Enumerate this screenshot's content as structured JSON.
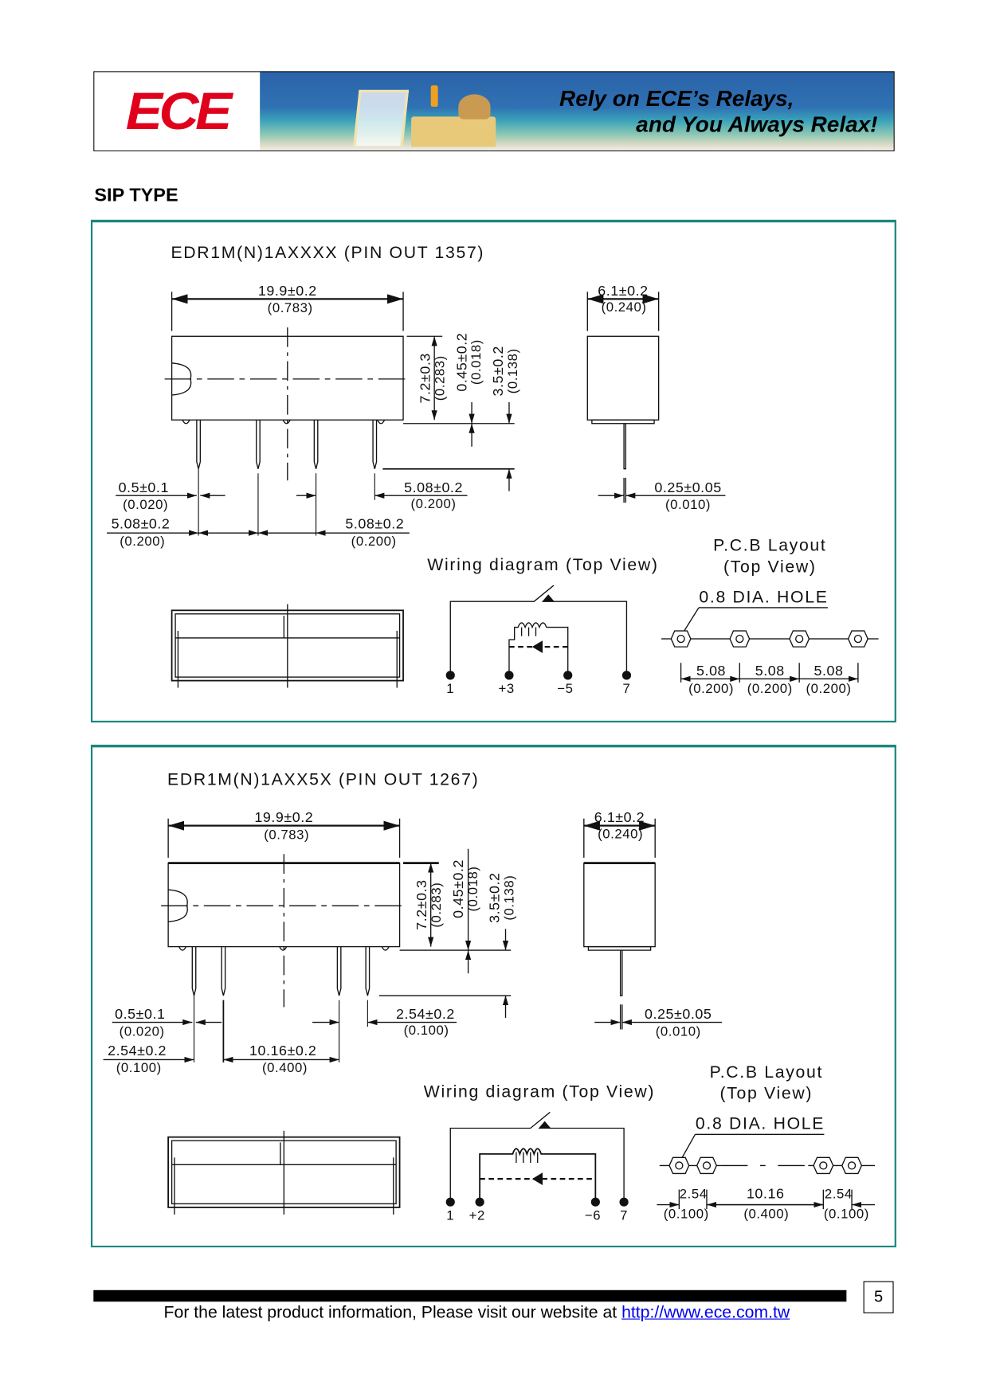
{
  "header": {
    "logo_text": "ECE",
    "tagline_line1": "Rely on ECE’s Relays,",
    "tagline_line2": "and You Always Relax!"
  },
  "section_title": "SIP TYPE",
  "panels": [
    {
      "title": "EDR1M(N)1AXXXX  (PIN  OUT  1357)",
      "length": "19.9±0.2",
      "length_in": "(0.783)",
      "height": "7.2±0.3",
      "height_in": "(0.283)",
      "gap": "0.45±0.2",
      "gap_in": "(0.018)",
      "pin_len": "3.5±0.2",
      "pin_len_in": "(0.138)",
      "width": "6.1±0.2",
      "width_in": "(0.240)",
      "pin_w": "0.5±0.1",
      "pin_w_in": "(0.020)",
      "pitch_right": "5.08±0.2",
      "pitch_right_in": "(0.200)",
      "pitch_left": "5.08±0.2",
      "pitch_left_in": "(0.200)",
      "pitch_mid": "5.08±0.2",
      "pitch_mid_in": "(0.200)",
      "pin_t": "0.25±0.05",
      "pin_t_in": "(0.010)",
      "wiring_title": "Wiring  diagram  (Top  View)",
      "pins": [
        "1",
        "+3",
        "−5",
        "7"
      ],
      "pcb_title": "P.C.B  Layout",
      "pcb_sub": "(Top  View)",
      "hole": "0.8  DIA.  HOLE",
      "pcb_dims": [
        {
          "mm": "5.08",
          "in": "(0.200)"
        },
        {
          "mm": "5.08",
          "in": "(0.200)"
        },
        {
          "mm": "5.08",
          "in": "(0.200)"
        }
      ]
    },
    {
      "title": "EDR1M(N)1AXX5X  (PIN  OUT  1267)",
      "length": "19.9±0.2",
      "length_in": "(0.783)",
      "height": "7.2±0.3",
      "height_in": "(0.283)",
      "gap": "0.45±0.2",
      "gap_in": "(0.018)",
      "pin_len": "3.5±0.2",
      "pin_len_in": "(0.138)",
      "width": "6.1±0.2",
      "width_in": "(0.240)",
      "pin_w": "0.5±0.1",
      "pin_w_in": "(0.020)",
      "pitch_right": "2.54±0.2",
      "pitch_right_in": "(0.100)",
      "pitch_left": "2.54±0.2",
      "pitch_left_in": "(0.100)",
      "pitch_mid": "10.16±0.2",
      "pitch_mid_in": "(0.400)",
      "pin_t": "0.25±0.05",
      "pin_t_in": "(0.010)",
      "wiring_title": "Wiring  diagram  (Top  View)",
      "pins": [
        "1",
        "+2",
        "−6",
        "7"
      ],
      "pcb_title": "P.C.B  Layout",
      "pcb_sub": "(Top  View)",
      "hole": "0.8  DIA.  HOLE",
      "pcb_dims": [
        {
          "mm": "2.54",
          "in": "(0.100)"
        },
        {
          "mm": "10.16",
          "in": "(0.400)"
        },
        {
          "mm": "2.54",
          "in": "(0.100)"
        }
      ]
    }
  ],
  "footer": {
    "text": "For the latest product information, Please visit our website at ",
    "link": "http://www.ece.com.tw",
    "page": "5"
  }
}
